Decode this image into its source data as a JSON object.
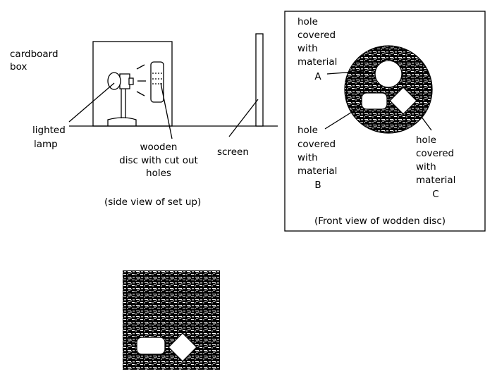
{
  "side_view": {
    "box_label": [
      "cardboard",
      "box"
    ],
    "lamp_label": [
      "lighted",
      "lamp"
    ],
    "disc_label": [
      "wooden",
      "disc with cut out",
      "holes"
    ],
    "screen_label": "screen",
    "caption": "(side view of set up)"
  },
  "front_view": {
    "hole_a_label": [
      "hole",
      "covered",
      "with",
      "material",
      "A"
    ],
    "hole_b_label": [
      "hole",
      "covered",
      "with",
      "material",
      "B"
    ],
    "hole_c_label": [
      "hole",
      "covered",
      "with",
      "material",
      "C"
    ],
    "caption": "(Front view of wodden disc)"
  },
  "colors": {
    "ink": "#000000",
    "paper": "#ffffff"
  }
}
